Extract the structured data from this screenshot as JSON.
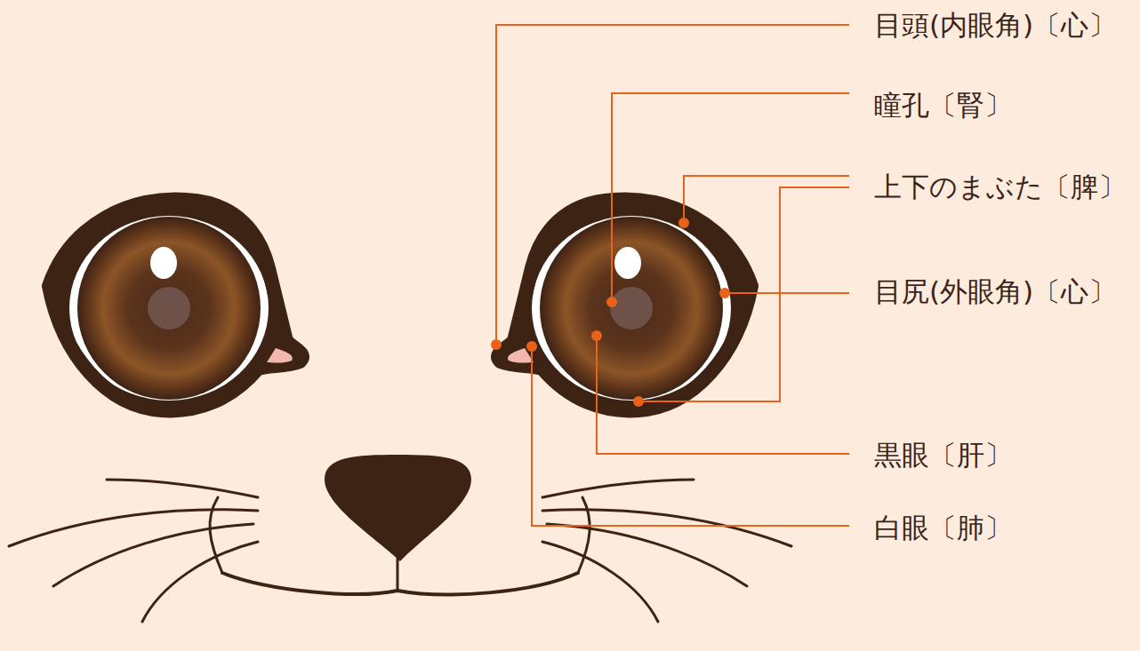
{
  "diagram": {
    "labels": [
      "目頭(内眼角)〔心〕",
      "瞳孔〔腎〕",
      "上下のまぶた〔脾〕",
      "目尻(外眼角)〔心〕",
      "黒眼〔肝〕",
      "白眼〔肺〕"
    ]
  }
}
